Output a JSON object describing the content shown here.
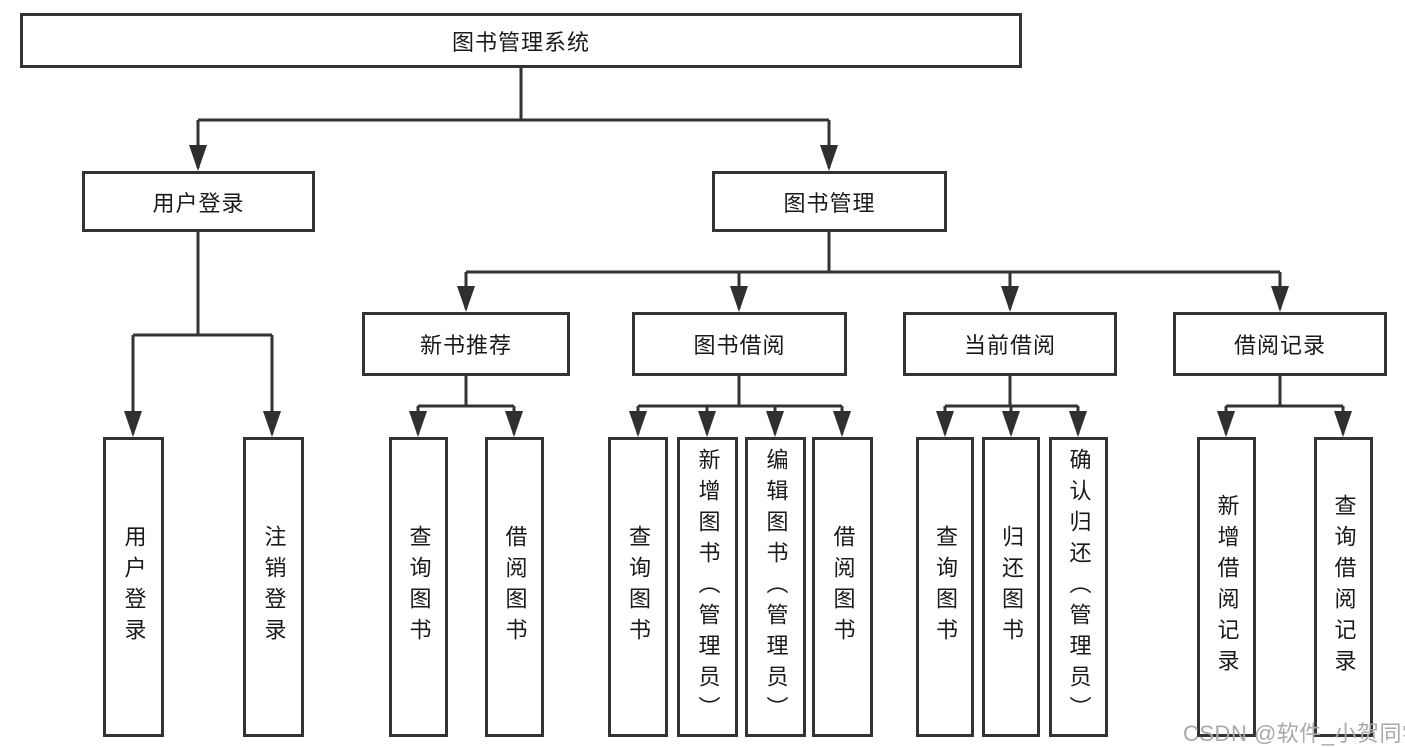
{
  "diagram": {
    "root": {
      "label": "图书管理系统"
    },
    "branches": [
      {
        "label": "用户登录",
        "leaves": [
          {
            "label": "用户登录"
          },
          {
            "label": "注销登录"
          }
        ]
      },
      {
        "label": "图书管理",
        "sections": [
          {
            "label": "新书推荐",
            "leaves": [
              {
                "label": "查询图书"
              },
              {
                "label": "借阅图书"
              }
            ]
          },
          {
            "label": "图书借阅",
            "leaves": [
              {
                "label": "查询图书"
              },
              {
                "label": "新增图书（管理员）"
              },
              {
                "label": "编辑图书（管理员）"
              },
              {
                "label": "借阅图书"
              }
            ]
          },
          {
            "label": "当前借阅",
            "leaves": [
              {
                "label": "查询图书"
              },
              {
                "label": "归还图书"
              },
              {
                "label": "确认归还（管理员）"
              }
            ]
          },
          {
            "label": "借阅记录",
            "leaves": [
              {
                "label": "新增借阅记录"
              },
              {
                "label": "查询借阅记录"
              }
            ]
          }
        ]
      }
    ]
  },
  "watermark": {
    "text": "CSDN @软件_小贺同学"
  },
  "colors": {
    "line": "#333333",
    "box_border": "#333333",
    "text": "#1a1a1a",
    "background": "#ffffff",
    "watermark": "#a9a9a9"
  }
}
